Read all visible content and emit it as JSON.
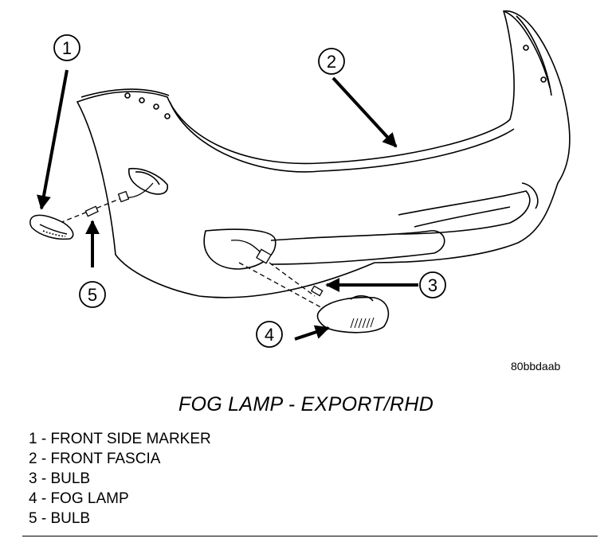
{
  "figure_code": "80bbdaab",
  "title": "FOG LAMP - EXPORT/RHD",
  "callouts": [
    "1",
    "2",
    "3",
    "4",
    "5"
  ],
  "legend": [
    "1 - FRONT SIDE MARKER",
    "2 - FRONT FASCIA",
    "3 - BULB",
    "4 - FOG LAMP",
    "5 - BULB"
  ]
}
